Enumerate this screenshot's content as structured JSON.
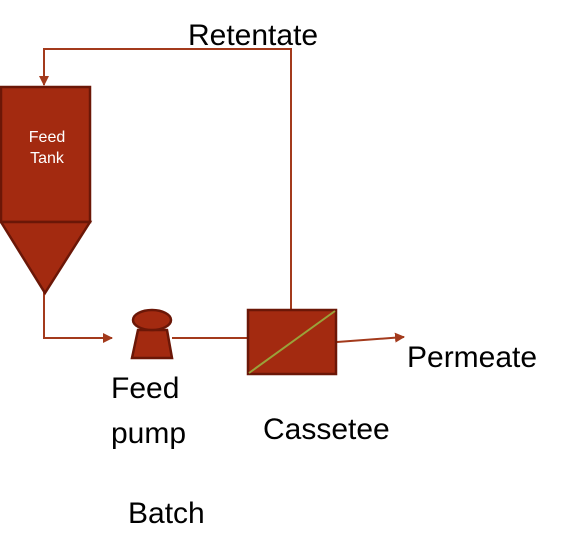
{
  "labels": {
    "retentate": "Retentate",
    "feed_tank_line1": "Feed",
    "feed_tank_line2": "Tank",
    "feed_pump_line1": "Feed",
    "feed_pump_line2": "pump",
    "cassette": "Cassetee",
    "permeate": "Permeate",
    "mode": "Batch"
  },
  "colors": {
    "equipment_fill": "#a32a10",
    "equipment_stroke": "#6b1707",
    "flow_line": "#a33a1c",
    "membrane_line": "#9aa23a"
  }
}
